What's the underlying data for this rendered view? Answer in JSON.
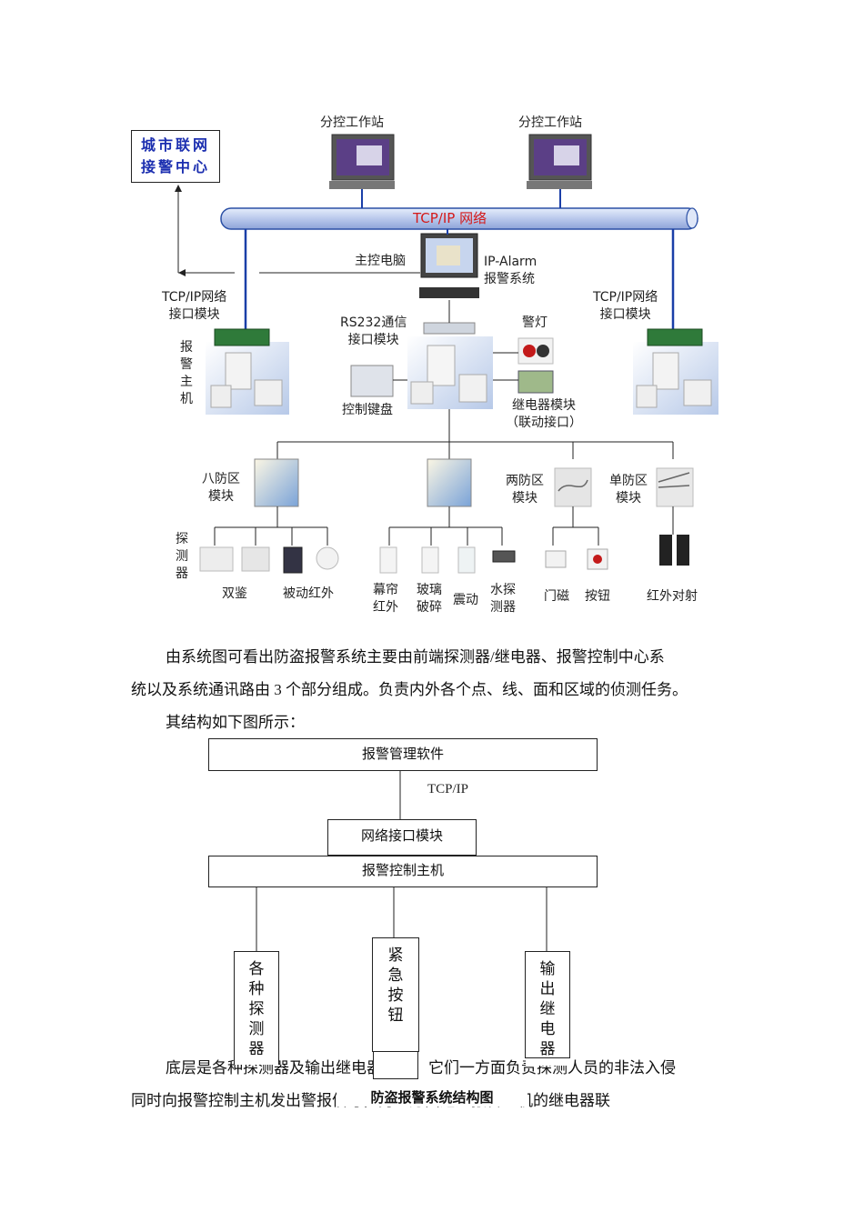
{
  "system_diagram": {
    "city_center": "城市联网\n接警中心",
    "workstation_left": "分控工作站",
    "workstation_right": "分控工作站",
    "network_bus": "TCP/IP 网络",
    "main_pc": "主控电脑",
    "ip_alarm": "IP-Alarm\n报警系统",
    "tcp_module_left": "TCP/IP网络\n接口模块",
    "tcp_module_right": "TCP/IP网络\n接口模块",
    "alarm_host": "报警主机",
    "rs232": "RS232通信\n接口模块",
    "warning_light": "警灯",
    "keypad": "控制键盘",
    "relay_module": "继电器模块\n（联动接口）",
    "zone8": "八防区\n模块",
    "zone2": "两防区\n模块",
    "zone1": "单防区\n模块",
    "detector": "探测器",
    "dual_tech": "双鉴",
    "passive_ir": "被动红外",
    "curtain_ir": "幕帘\n红外",
    "glass_break": "玻璃\n破碎",
    "vibration": "震动",
    "water_detector": "水探\n测器",
    "door_magnet": "门磁",
    "button": "按钮",
    "ir_beam": "红外对射"
  },
  "paragraph1": {
    "line1": "由系统图可看出防盗报警系统主要由前端探测器/继电器、报警控制中心系",
    "line2": "统以及系统通讯路由 3 个部分组成。负责内外各个点、线、面和区域的侦测任务。",
    "line3": "其结构如下图所示："
  },
  "structure_diagram": {
    "software": "报警管理软件",
    "protocol": "TCP/IP",
    "net_module": "网络接口模块",
    "host": "报警控制主机",
    "detectors": "各种探测器",
    "emergency": "紧急按钮",
    "relay": "输出继电器",
    "caption": "防盗报警系统结构图"
  },
  "paragraph2": {
    "line1": "底层是各种探测器及输出继电器组成，它们一方面负责探测人员的非法入侵",
    "line2": "同时向报警控制主机发出警报信号，另一方面通过报警主机的继电器联"
  },
  "colors": {
    "bus_fill": "#b9c8ec",
    "bus_text": "#d41a1a",
    "city_text": "#1c2fb0",
    "wire": "#1a3fa8"
  }
}
